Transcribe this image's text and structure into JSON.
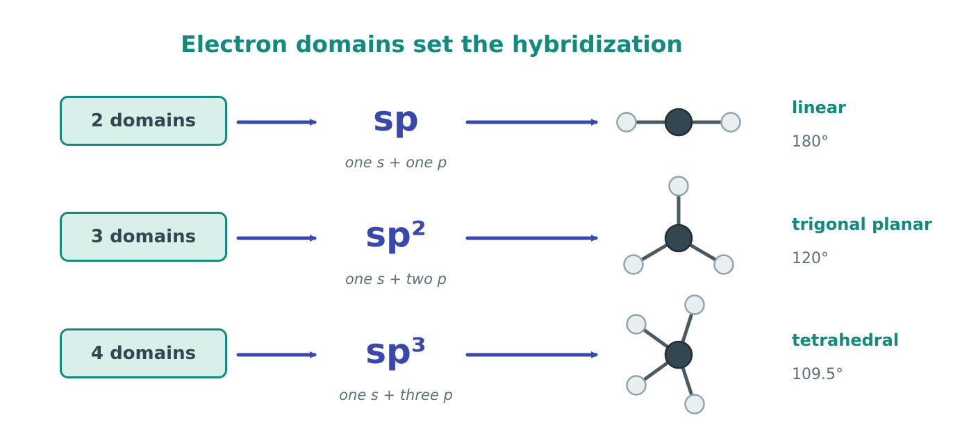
{
  "title": "Electron domains set the hybridization",
  "rows": [
    {
      "domains": "2 domains",
      "hybridization": "sp",
      "orbitals": "one s + one p",
      "geometry": "linear",
      "angle": "180°"
    },
    {
      "domains": "3 domains",
      "hybridization": "sp²",
      "orbitals": "one s + two p",
      "geometry": "trigonal planar",
      "angle": "120°"
    },
    {
      "domains": "4 domains",
      "hybridization": "sp³",
      "orbitals": "one s + three p",
      "geometry": "tetrahedral",
      "angle": "109.5°"
    }
  ],
  "colors": {
    "accent": "#138a7e",
    "arrow": "#3949ab",
    "box_fill": "#d9f0ea",
    "central_atom": "#34464f",
    "outer_atom": "#e9eef1",
    "outer_atom_stroke": "#90a4ae",
    "bond": "#4a5a63"
  }
}
